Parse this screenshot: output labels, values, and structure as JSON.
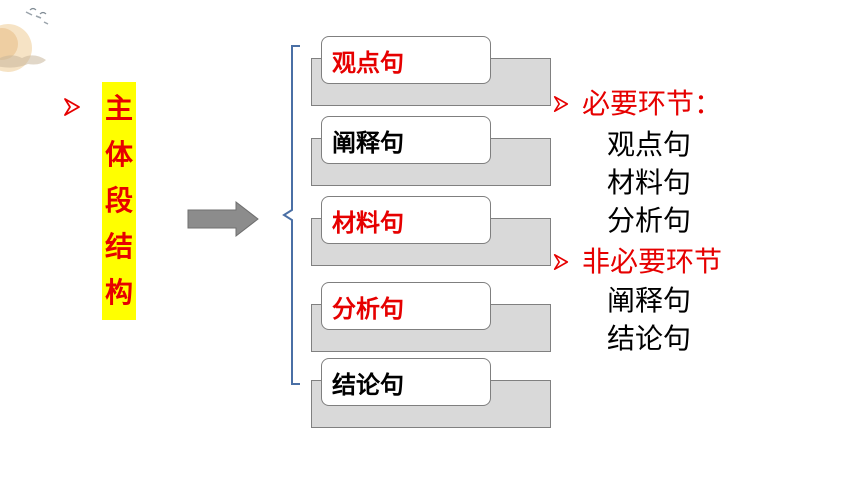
{
  "title": {
    "chars": [
      "主",
      "体",
      "段",
      "结",
      "构"
    ],
    "text_color": "#e60000",
    "highlight_color": "#ffff00"
  },
  "structure_boxes": [
    {
      "label": "观点句",
      "color": "#e60000"
    },
    {
      "label": "阐释句",
      "color": "#000000"
    },
    {
      "label": "材料句",
      "color": "#e60000"
    },
    {
      "label": "分析句",
      "color": "#e60000"
    },
    {
      "label": "结论句",
      "color": "#000000"
    }
  ],
  "notes": {
    "required_heading": "必要环节：",
    "required_items": [
      "观点句",
      "材料句",
      "分析句"
    ],
    "optional_heading": "非必要环节",
    "optional_items": [
      "阐释句",
      "结论句"
    ]
  },
  "icons": {
    "bullet": "arrowhead-bullet-icon",
    "flow": "right-arrow-icon",
    "group": "left-bracket-icon",
    "logo": "moon-cloud-logo-icon"
  }
}
